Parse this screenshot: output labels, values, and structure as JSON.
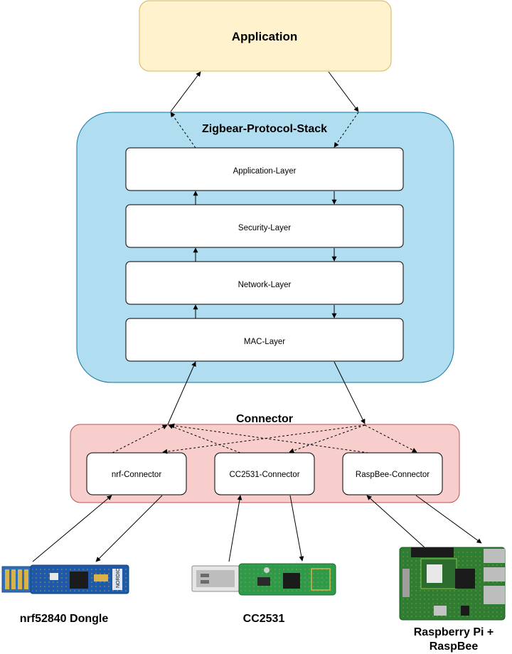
{
  "application": {
    "label": "Application"
  },
  "stack": {
    "title": "Zigbear-Protocol-Stack",
    "layers": [
      "Application-Layer",
      "Security-Layer",
      "Network-Layer",
      "MAC-Layer"
    ]
  },
  "connector": {
    "title": "Connector",
    "items": [
      "nrf-Connector",
      "CC2531-Connector",
      "RaspBee-Connector"
    ]
  },
  "devices": {
    "nrf": {
      "label": "nrf52840 Dongle",
      "brand_text": "NORDIC"
    },
    "cc": {
      "label": "CC2531"
    },
    "rpi": {
      "label_line1": "Raspberry Pi +",
      "label_line2": "RaspBee"
    }
  },
  "colors": {
    "application_fill": "#fff2cc",
    "application_stroke": "#d6b656",
    "stack_fill": "#b1ddf0",
    "stack_stroke": "#10739e",
    "connector_fill": "#f8cecc",
    "connector_stroke": "#b85450"
  }
}
